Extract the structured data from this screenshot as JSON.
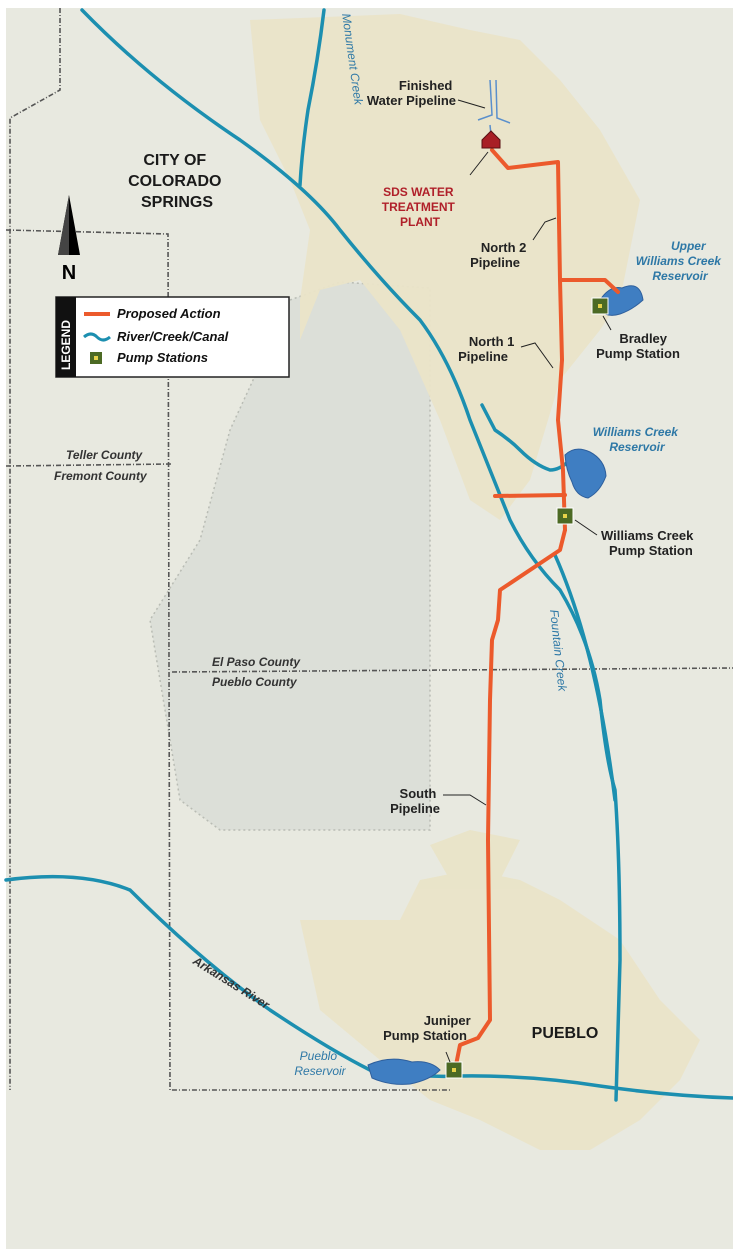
{
  "colors": {
    "background": "#e8e9e0",
    "urban": "#eae4c8",
    "military": "#dcdfd8",
    "pipeline": "#ec5a2c",
    "river": "#1c8fb0",
    "reservoir": "#3f7ec2",
    "pump": "#4c6a24",
    "plant": "#a81f25"
  },
  "labels": {
    "city_cos": [
      "CITY OF",
      "COLORADO",
      "SPRINGS"
    ],
    "city_pueblo": "PUEBLO",
    "finished_pipeline": [
      "Finished",
      "Water Pipeline"
    ],
    "sds_plant": [
      "SDS WATER",
      "TREATMENT",
      "PLANT"
    ],
    "north2": [
      "North 2",
      "Pipeline"
    ],
    "north1": [
      "North 1",
      "Pipeline"
    ],
    "south": [
      "South",
      "Pipeline"
    ],
    "upper_williams": [
      "Upper",
      "Williams Creek",
      "Reservoir"
    ],
    "williams_res": [
      "Williams Creek",
      "Reservoir"
    ],
    "bradley": [
      "Bradley",
      "Pump Station"
    ],
    "williams_ps": [
      "Williams Creek",
      "Pump Station"
    ],
    "juniper": [
      "Juniper",
      "Pump Station"
    ],
    "pueblo_res": [
      "Pueblo",
      "Reservoir"
    ],
    "monument": "Monument Creek",
    "fountain": "Fountain Creek",
    "arkansas": "Arkansas River",
    "teller": "Teller County",
    "fremont": "Fremont  County",
    "elpaso": "El Paso County",
    "pueblo_cty": "Pueblo County"
  },
  "legend": {
    "title": "LEGEND",
    "items": [
      {
        "label": "Proposed Action",
        "symbol": "pipeline-line"
      },
      {
        "label": "River/Creek/Canal",
        "symbol": "river-line"
      },
      {
        "label": "Pump Stations",
        "symbol": "pump-square"
      }
    ]
  },
  "north": {
    "letter": "N"
  }
}
